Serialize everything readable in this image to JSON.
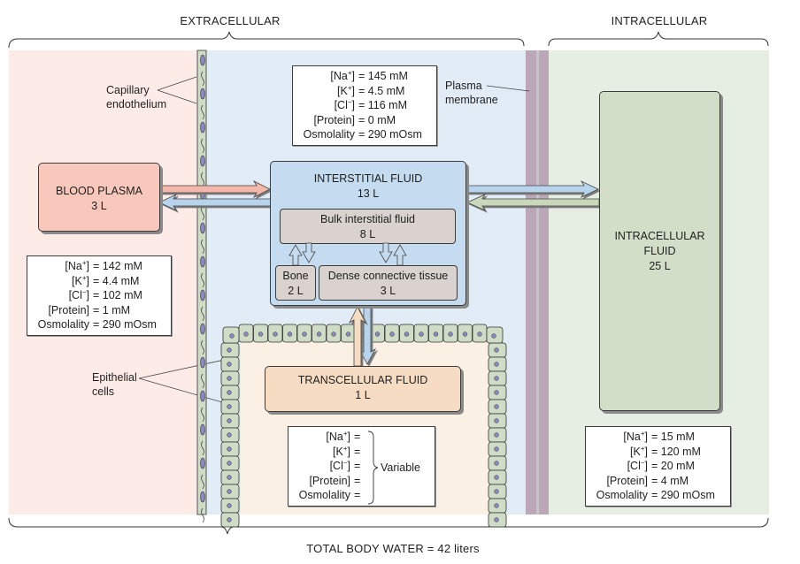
{
  "headers": {
    "extracellular": "EXTRACELLULAR",
    "intracellular": "INTRACELLULAR",
    "total": "TOTAL BODY WATER = 42 liters"
  },
  "colors": {
    "plasma_region": "#fdebe8",
    "interstitial_region": "#e1ecf7",
    "intracellular_region": "#e6ede2",
    "transcellular_region": "#fbf0e4",
    "membrane": "#bca7b9",
    "endothelium": "#cfdcc6",
    "nucleus": "#8c89c2",
    "blood_plasma_box": "#f8c8bd",
    "interstitial_box": "#c5dcf0",
    "subcompartment_box": "#d9d2cf",
    "intracellular_box": "#d2dec7",
    "transcellular_box": "#f6dcc3"
  },
  "labels": {
    "capillary_endothelium": [
      "Capillary",
      "endothelium"
    ],
    "plasma_membrane": [
      "Plasma",
      "membrane"
    ],
    "epithelial_cells": [
      "Epithelial",
      "cells"
    ]
  },
  "compartments": {
    "blood_plasma": {
      "name": "BLOOD PLASMA",
      "volume": "3 L"
    },
    "interstitial": {
      "name": "INTERSTITIAL FLUID",
      "volume": "13 L"
    },
    "bulk_interstitial": {
      "name": "Bulk interstitial fluid",
      "volume": "8 L"
    },
    "bone": {
      "name": "Bone",
      "volume": "2 L"
    },
    "dense_connective": {
      "name": "Dense connective tissue",
      "volume": "3 L"
    },
    "intracellular": {
      "name_line1": "INTRACELLULAR",
      "name_line2": "FLUID",
      "volume": "25 L"
    },
    "transcellular": {
      "name": "TRANSCELLULAR FLUID",
      "volume": "1 L"
    }
  },
  "ion_tables": {
    "interstitial": [
      {
        "label": "[Na+]",
        "value": "= 145 mM"
      },
      {
        "label": "[K+]",
        "value": "= 4.5 mM"
      },
      {
        "label": "[Cl−]",
        "value": "= 116 mM"
      },
      {
        "label": "[Protein]",
        "value": "= 0 mM"
      },
      {
        "label": "Osmolality",
        "value": "= 290 mOsm"
      }
    ],
    "plasma": [
      {
        "label": "[Na+]",
        "value": "= 142 mM"
      },
      {
        "label": "[K+]",
        "value": "= 4.4 mM"
      },
      {
        "label": "[Cl−]",
        "value": "= 102 mM"
      },
      {
        "label": "[Protein]",
        "value": "= 1 mM"
      },
      {
        "label": "Osmolality",
        "value": "= 290 mOsm"
      }
    ],
    "transcellular": [
      {
        "label": "[Na+]",
        "value": "="
      },
      {
        "label": "[K+]",
        "value": "="
      },
      {
        "label": "[Cl−]",
        "value": "="
      },
      {
        "label": "[Protein]",
        "value": "="
      },
      {
        "label": "Osmolality",
        "value": "="
      }
    ],
    "transcellular_note": "Variable",
    "intracellular": [
      {
        "label": "[Na+]",
        "value": "= 15 mM"
      },
      {
        "label": "[K+]",
        "value": "= 120 mM"
      },
      {
        "label": "[Cl−]",
        "value": "= 20 mM"
      },
      {
        "label": "[Protein]",
        "value": "= 4 mM"
      },
      {
        "label": "Osmolality",
        "value": "= 290 mOsm"
      }
    ]
  }
}
